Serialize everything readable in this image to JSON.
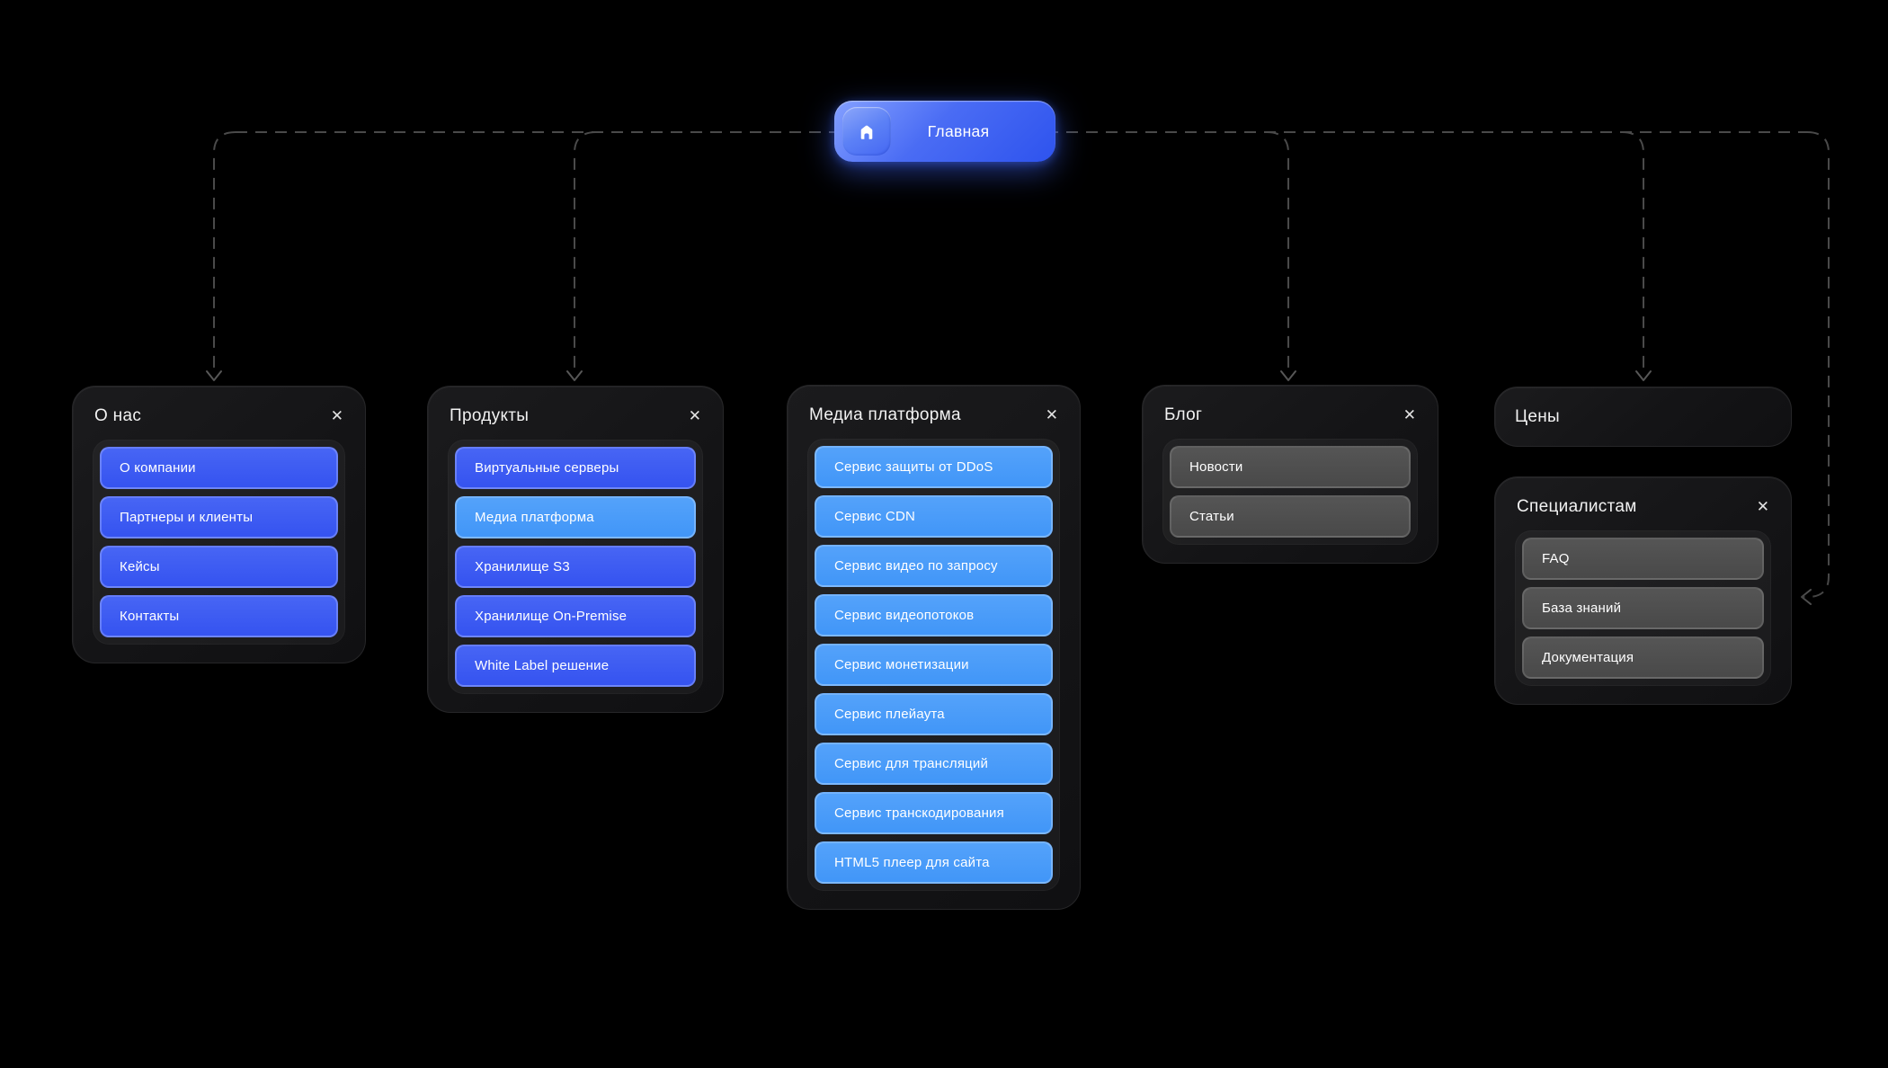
{
  "root": {
    "label": "Главная",
    "icon": "home-icon"
  },
  "ui": {
    "close_glyph": "✕"
  },
  "colors": {
    "background": "#000000",
    "root_gradient_start": "#84a0ff",
    "root_gradient_end": "#2e53ee",
    "item_blue": "#3b5af1",
    "item_lightblue": "#479df9",
    "item_gray": "#4f4f4f",
    "card_background": "#161618",
    "connector": "#4a4a4a"
  },
  "cards": [
    {
      "id": "about",
      "title": "О нас",
      "closable": true,
      "variant": "blue",
      "items": [
        {
          "label": "О компании"
        },
        {
          "label": "Партнеры и клиенты"
        },
        {
          "label": "Кейсы"
        },
        {
          "label": "Контакты"
        }
      ]
    },
    {
      "id": "products",
      "title": "Продукты",
      "closable": true,
      "variant": "blue",
      "items": [
        {
          "label": "Виртуальные серверы"
        },
        {
          "label": "Медиа платформа",
          "variant": "lightblue"
        },
        {
          "label": "Хранилище S3"
        },
        {
          "label": "Хранилище On-Premise"
        },
        {
          "label": "White Label решение"
        }
      ]
    },
    {
      "id": "media",
      "title": "Медиа платформа",
      "closable": true,
      "variant": "lightblue",
      "items": [
        {
          "label": "Сервис защиты от DDoS"
        },
        {
          "label": "Сервис CDN"
        },
        {
          "label": "Сервис видео по запросу"
        },
        {
          "label": "Сервис видеопотоков"
        },
        {
          "label": "Сервис монетизации"
        },
        {
          "label": "Сервис плейаута"
        },
        {
          "label": "Сервис для трансляций"
        },
        {
          "label": "Сервис транскодирования"
        },
        {
          "label": "HTML5 плеер для сайта"
        }
      ]
    },
    {
      "id": "blog",
      "title": "Блог",
      "closable": true,
      "variant": "gray",
      "items": [
        {
          "label": "Новости"
        },
        {
          "label": "Статьи"
        }
      ]
    },
    {
      "id": "prices",
      "title": "Цены",
      "closable": false,
      "variant": "gray",
      "items": []
    },
    {
      "id": "specialists",
      "title": "Специалистам",
      "closable": true,
      "variant": "gray",
      "items": [
        {
          "label": "FAQ"
        },
        {
          "label": "База знаний"
        },
        {
          "label": "Документация"
        }
      ]
    }
  ]
}
